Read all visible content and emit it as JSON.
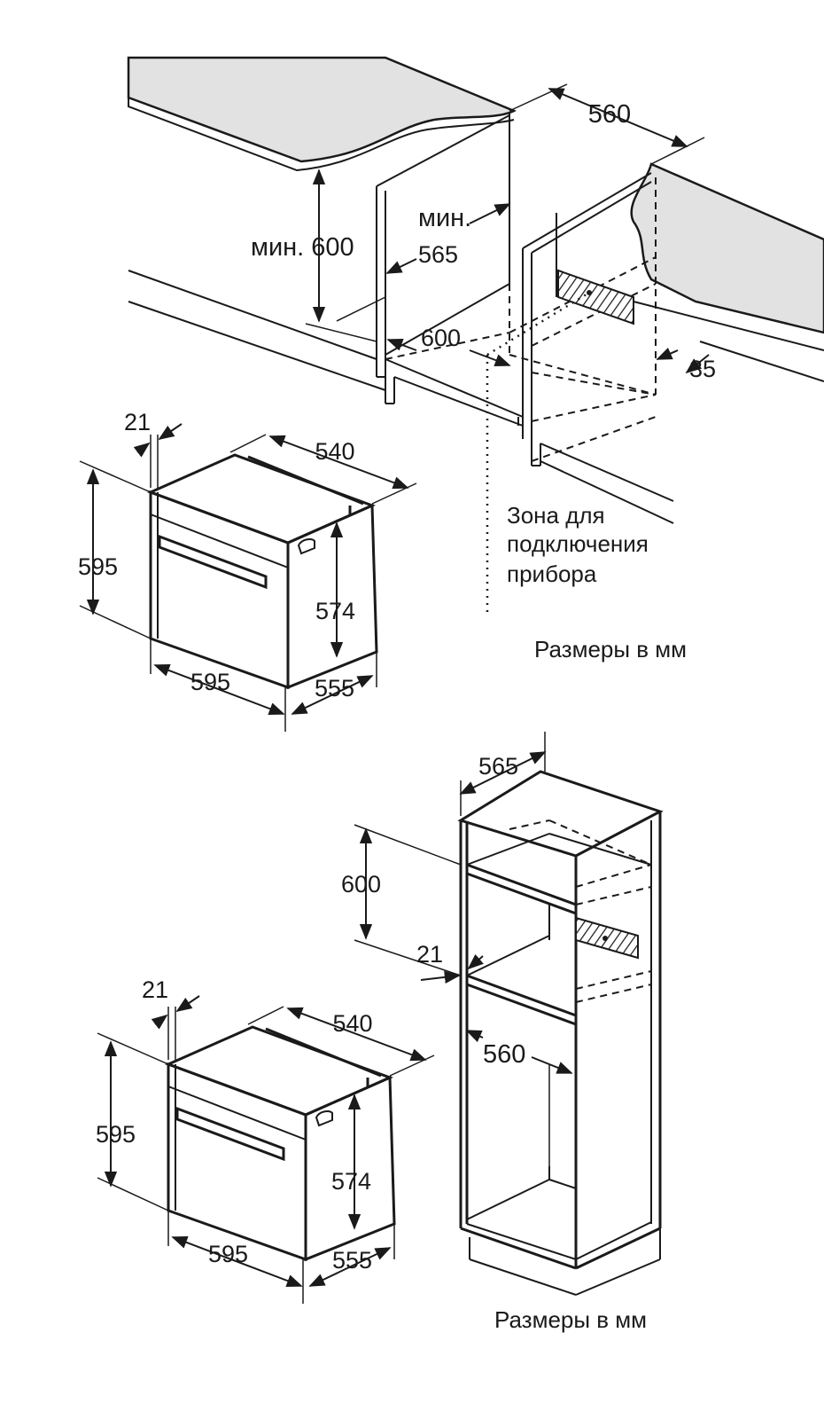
{
  "top_installation": {
    "cabinet_width": "560",
    "min_height_label": "мин. 600",
    "min_depth_label_1": "мин.",
    "min_depth_label_2": "565",
    "depth_600": "600",
    "gap_35": "35",
    "connection_zone_lines": [
      "Зона для",
      "подключения",
      "прибора"
    ]
  },
  "top_oven": {
    "front_21": "21",
    "depth_540": "540",
    "height_595": "595",
    "inner_574": "574",
    "width_595": "595",
    "depth_555": "555"
  },
  "top_units_note": "Размеры в мм",
  "bottom_column": {
    "depth_565": "565",
    "niche_600": "600",
    "front_21": "21",
    "width_560": "560"
  },
  "bottom_oven": {
    "front_21": "21",
    "depth_540": "540",
    "height_595": "595",
    "inner_574": "574",
    "width_595": "595",
    "depth_555": "555"
  },
  "bottom_units_note": "Размеры в мм"
}
